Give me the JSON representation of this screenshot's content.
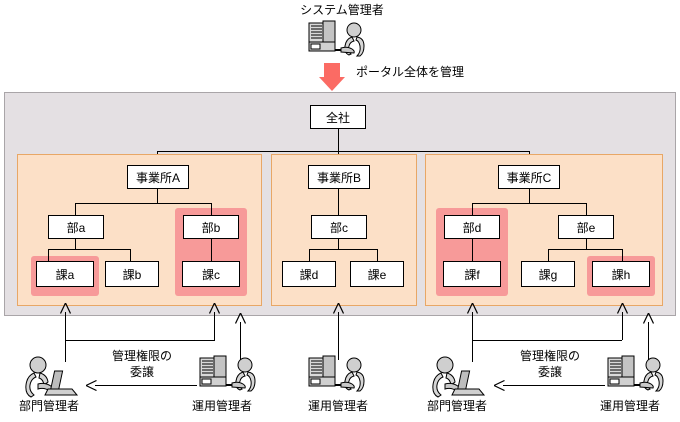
{
  "title_top": "システム管理者",
  "portal_note": "ポータル全体を管理",
  "root": {
    "label": "全社"
  },
  "offices": [
    {
      "label": "事業所A",
      "departments": [
        {
          "label": "部a",
          "highlight": false,
          "sections": [
            {
              "label": "課a",
              "highlight": true
            },
            {
              "label": "課b",
              "highlight": false
            }
          ]
        },
        {
          "label": "部b",
          "highlight": true,
          "sections": [
            {
              "label": "課c",
              "highlight": true
            }
          ]
        }
      ]
    },
    {
      "label": "事業所B",
      "departments": [
        {
          "label": "部c",
          "highlight": false,
          "sections": [
            {
              "label": "課d",
              "highlight": false
            },
            {
              "label": "課e",
              "highlight": false
            }
          ]
        }
      ]
    },
    {
      "label": "事業所C",
      "departments": [
        {
          "label": "部d",
          "highlight": true,
          "sections": [
            {
              "label": "課f",
              "highlight": true
            }
          ]
        },
        {
          "label": "部e",
          "highlight": false,
          "sections": [
            {
              "label": "課g",
              "highlight": false
            },
            {
              "label": "課h",
              "highlight": true
            }
          ]
        }
      ]
    }
  ],
  "delegation_label_line1": "管理権限の",
  "delegation_label_line2": "委譲",
  "actors": [
    {
      "role": "部門管理者",
      "icon": "person-laptop-icon"
    },
    {
      "role": "運用管理者",
      "icon": "person-desktop-icon"
    },
    {
      "role": "運用管理者",
      "icon": "person-desktop-icon"
    },
    {
      "role": "部門管理者",
      "icon": "person-laptop-icon"
    },
    {
      "role": "運用管理者",
      "icon": "person-desktop-icon"
    }
  ],
  "icons": {
    "system_admin": "person-desktop-icon",
    "portal_arrow": "down-arrow-icon"
  },
  "colors": {
    "panel_gray": "#e4e0e3",
    "office_peach": "#fce0c7",
    "office_border": "#e8a766",
    "highlight_pink": "#f79a99",
    "arrow_coral": "#fb6b64",
    "node_white": "#ffffff",
    "line_black": "#000000"
  }
}
